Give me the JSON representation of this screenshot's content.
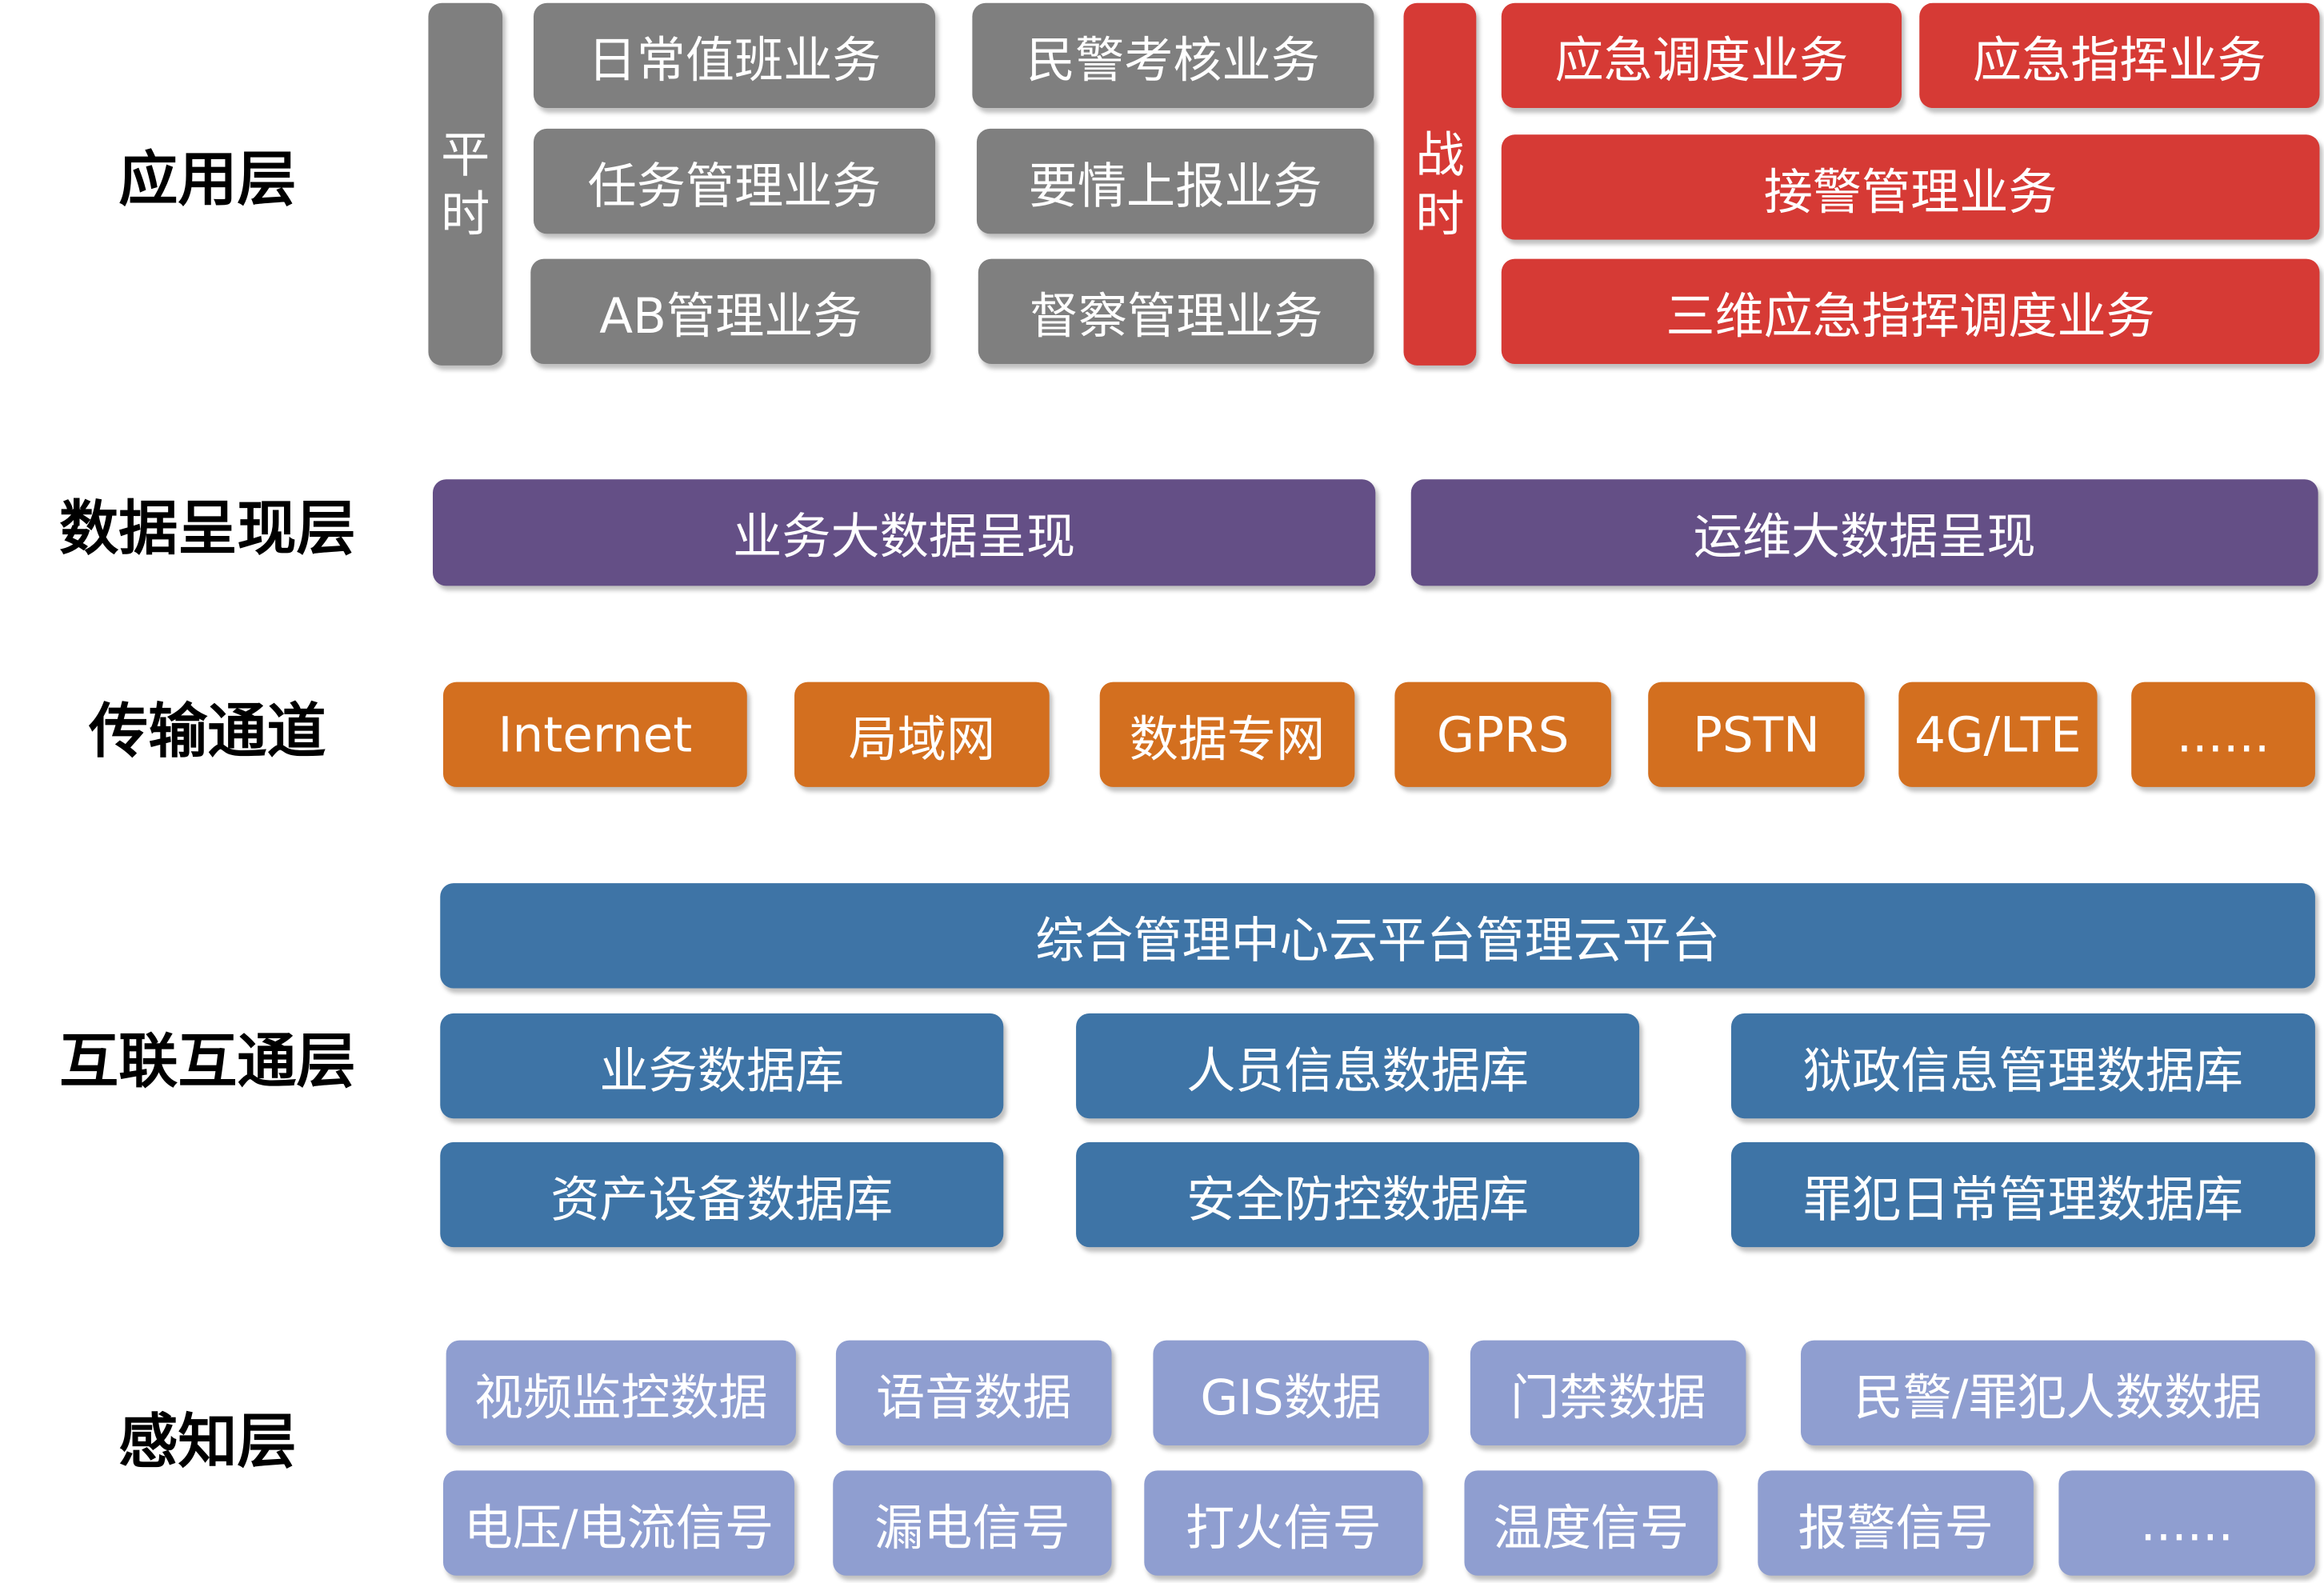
{
  "layers": {
    "application": {
      "label": "应用层",
      "peacetime_label": [
        "平",
        "时"
      ],
      "wartime_label": [
        "战",
        "时"
      ],
      "peacetime": [
        "日常值班业务",
        "民警考核业务",
        "任务管理业务",
        "要情上报业务",
        "AB管理业务",
        "督察管理业务"
      ],
      "wartime": [
        "应急调度业务",
        "应急指挥业务",
        "接警管理业务",
        "三维应急指挥调度业务"
      ]
    },
    "presentation": {
      "label": "数据呈现层",
      "items": [
        "业务大数据呈现",
        "运维大数据呈现"
      ]
    },
    "transport": {
      "label": "传输通道",
      "items": [
        "Internet",
        "局域网",
        "数据专网",
        "GPRS",
        "PSTN",
        "4G/LTE",
        "......"
      ]
    },
    "interconnect": {
      "label": "互联互通层",
      "platform": "综合管理中心云平台管理云平台",
      "items": [
        "业务数据库",
        "人员信息数据库",
        "狱政信息管理数据库",
        "资产设备数据库",
        "安全防控数据库",
        "罪犯日常管理数据库"
      ]
    },
    "perception": {
      "label": "感知层",
      "items": [
        "视频监控数据",
        "语音数据",
        "GIS数据",
        "门禁数据",
        "民警/罪犯人数数据",
        "电压/电流信号",
        "漏电信号",
        "打火信号",
        "温度信号",
        "报警信号",
        "......"
      ]
    }
  },
  "colors": {
    "peacetime": "#7f7f7f",
    "wartime": "#d63a35",
    "presentation": "#644f86",
    "transport": "#d36f1f",
    "interconnect": "#3e74a6",
    "perception": "#8f9ed0"
  }
}
